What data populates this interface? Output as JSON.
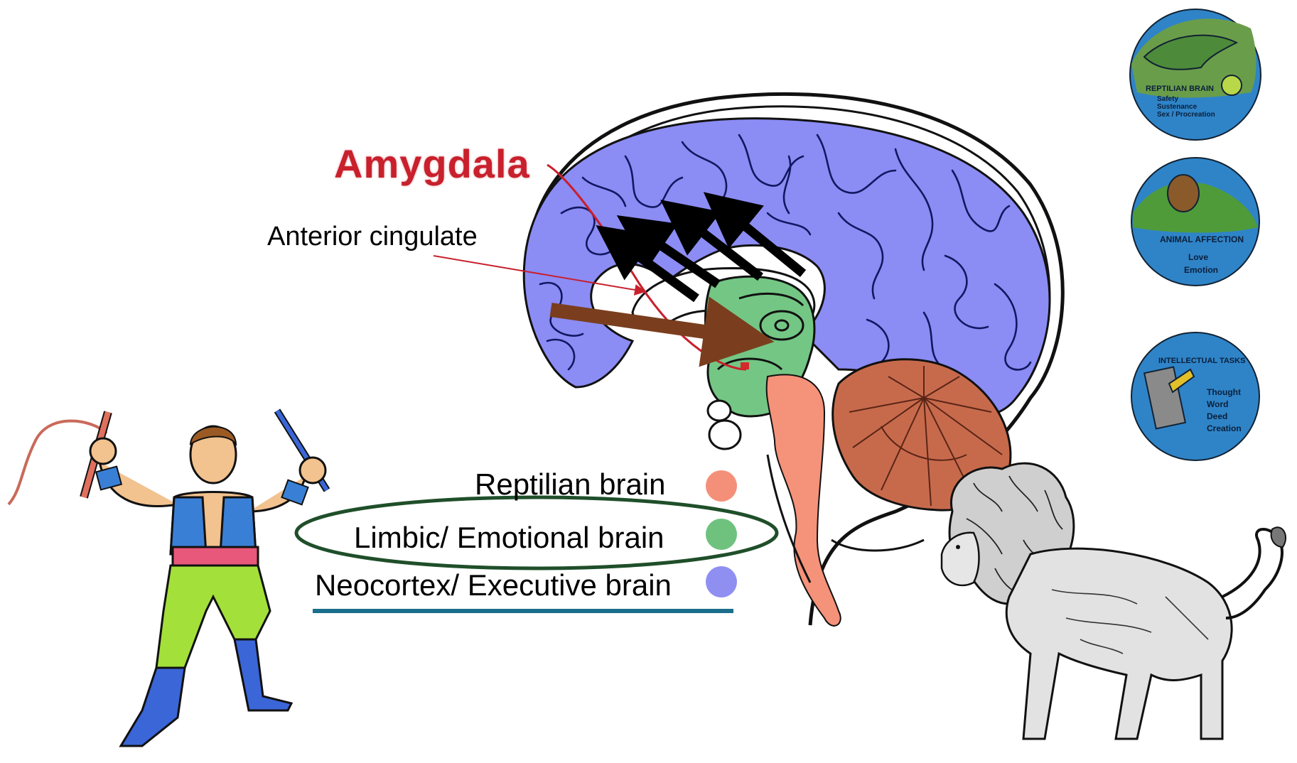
{
  "labels": {
    "amygdala": "Amygdala",
    "anterior_cingulate": "Anterior cingulate"
  },
  "legend": [
    {
      "label": "Reptilian brain",
      "color": "#f4907a"
    },
    {
      "label": "Limbic/ Emotional brain",
      "color": "#6fc27e"
    },
    {
      "label": "Neocortex/ Executive brain",
      "color": "#8f8ff2"
    }
  ],
  "badges": {
    "reptilian": {
      "title": "REPTILIAN BRAIN",
      "lines": [
        "Safety",
        "Sustenance",
        "Sex / Procreation"
      ]
    },
    "affection": {
      "title": "ANIMAL AFFECTION",
      "lines": [
        "Love",
        "Emotion"
      ]
    },
    "intellectual": {
      "title": "INTELLECTUAL TASKS",
      "lines": [
        "Thought",
        "Word",
        "Deed",
        "Creation"
      ]
    }
  },
  "colors": {
    "neocortex": "#8c8cf5",
    "limbic": "#74c684",
    "brainstem": "#f5927a",
    "cerebellum": "#c76a4c",
    "amygdala_red": "#c8202c",
    "arrow_brown": "#7a3e1e",
    "ellipse_green": "#1f4f2a",
    "underline_teal": "#1b6e8c"
  },
  "icons": [
    "tamer-figure",
    "lion-figure",
    "crocodile-icon",
    "monkey-icon",
    "pen-icon"
  ]
}
